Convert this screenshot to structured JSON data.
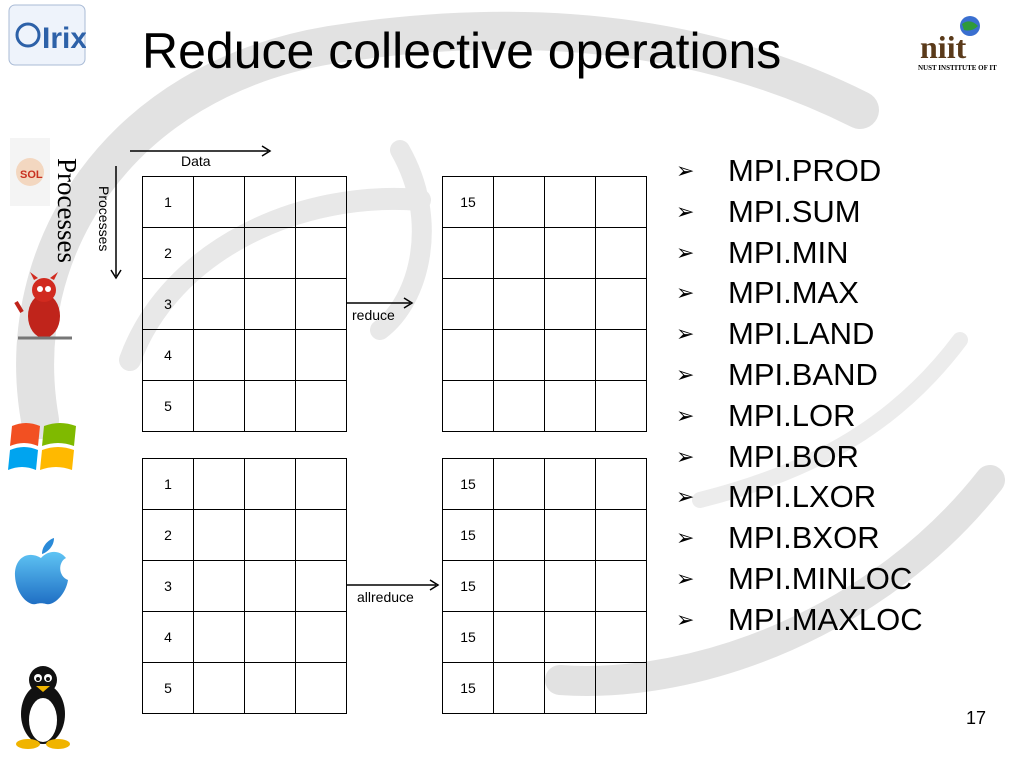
{
  "slide": {
    "title": "Reduce collective operations",
    "page_number": "17",
    "logos": {
      "left_top": "Irix",
      "left_os": "SOL",
      "right_logo_text": "niit",
      "right_logo_caption": "NUST INSTITUTE OF IT"
    },
    "icons": [
      "irix-logo-icon",
      "solaris-logo-icon",
      "bsd-daemon-icon",
      "windows-logo-icon",
      "apple-logo-icon",
      "linux-tux-icon",
      "niit-logo-icon"
    ]
  },
  "diagram": {
    "data_label": "Data",
    "processes_big": "Processes",
    "processes_small": "Processes",
    "reduce_label": "reduce",
    "allreduce_label": "allreduce",
    "reduce_input": [
      "1",
      "2",
      "3",
      "4",
      "5"
    ],
    "reduce_output": [
      "15",
      "",
      "",
      "",
      ""
    ],
    "allreduce_input": [
      "1",
      "2",
      "3",
      "4",
      "5"
    ],
    "allreduce_output": [
      "15",
      "15",
      "15",
      "15",
      "15"
    ]
  },
  "operations": {
    "bullet": "➢",
    "items": [
      "MPI.PROD",
      "MPI.SUM",
      "MPI.MIN",
      "MPI.MAX",
      "MPI.LAND",
      "MPI.BAND",
      "MPI.LOR",
      "MPI.BOR",
      "MPI.LXOR",
      "MPI.BXOR",
      "MPI.MINLOC",
      "MPI.MAXLOC"
    ]
  }
}
